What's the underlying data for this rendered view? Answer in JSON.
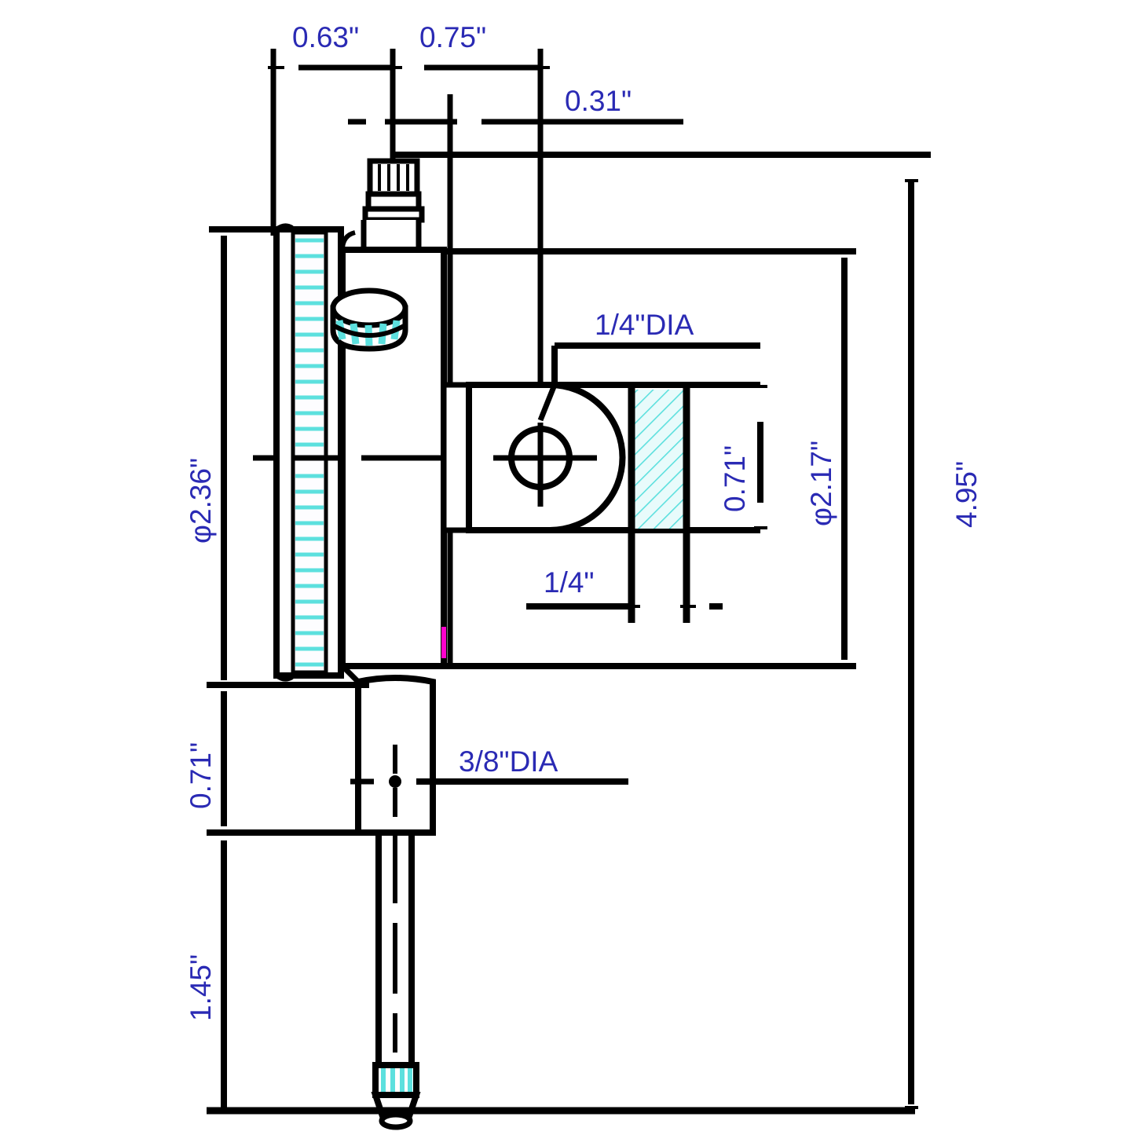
{
  "drawing": {
    "title": "Dial Indicator — Dimensioned Side View",
    "units": "inch",
    "line_color": "#000000",
    "dimension_text_color": "#2a2ab4",
    "section_hatch_color": "#5ce0de",
    "knurl_color": "#5ce0de",
    "accent_magenta": "#ff00cc"
  },
  "dimensions": {
    "d_063": "0.63\"",
    "d_075": "0.75\"",
    "d_031": "0.31\"",
    "d_quarter_dia": "1/4\"DIA",
    "d_quarter": "1/4\"",
    "d_phi236": "φ2.36\"",
    "d_phi217": "φ2.17\"",
    "d_071_mid": "0.71\"",
    "d_071_low": "0.71\"",
    "d_495": "4.95\"",
    "d_145": "1.45\"",
    "d_38_dia": "3/8\"DIA"
  },
  "parts": {
    "bezel": "dial-bezel",
    "crown_knob": "top-crown-knob",
    "side_knob": "side-adjust-knob",
    "body": "indicator-body",
    "lug": "mounting-lug",
    "lug_bore": "lug-bore-quarter-inch",
    "clamp_bar": "sectioned-clamp-bar",
    "stem": "stem-sleeve",
    "spindle": "spindle-rod",
    "contact_point": "contact-point-tip"
  }
}
